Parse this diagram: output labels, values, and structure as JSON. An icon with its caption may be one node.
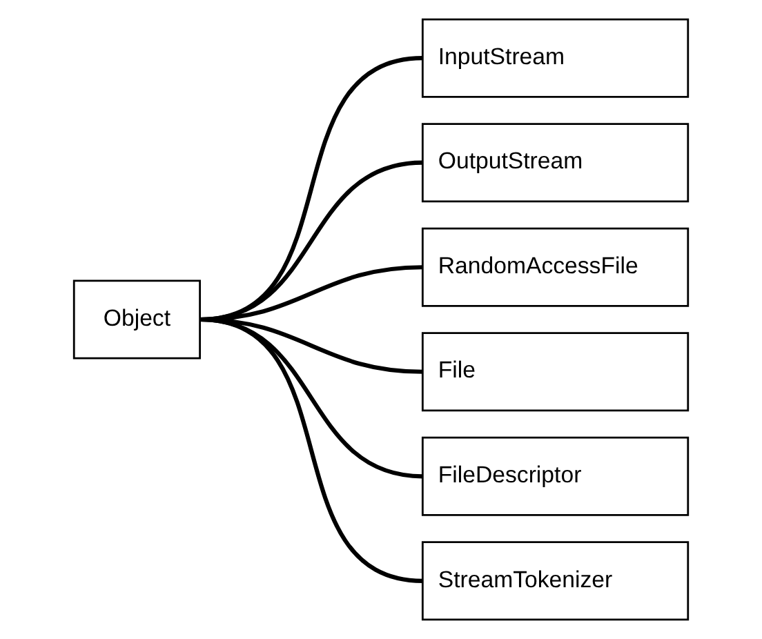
{
  "diagram": {
    "nodes": [
      {
        "text": [
          "Object"
        ]
      },
      {
        "text": [
          "InputStream"
        ]
      },
      {
        "text": [
          "OutputStream"
        ]
      },
      {
        "text": [
          "RandomAccessFile"
        ]
      },
      {
        "text": [
          "File"
        ]
      },
      {
        "text": [
          "FileDescriptor"
        ]
      },
      {
        "text": [
          "StreamTokenizer"
        ]
      }
    ],
    "edges": [
      {
        "from": 0,
        "to": 1,
        "arrow": "none"
      },
      {
        "from": 0,
        "to": 2,
        "arrow": "none"
      },
      {
        "from": 0,
        "to": 3,
        "arrow": "none"
      },
      {
        "from": 0,
        "to": 4,
        "arrow": "none"
      },
      {
        "from": 0,
        "to": 5,
        "arrow": "none"
      },
      {
        "from": 0,
        "to": 6,
        "arrow": "none"
      }
    ]
  }
}
